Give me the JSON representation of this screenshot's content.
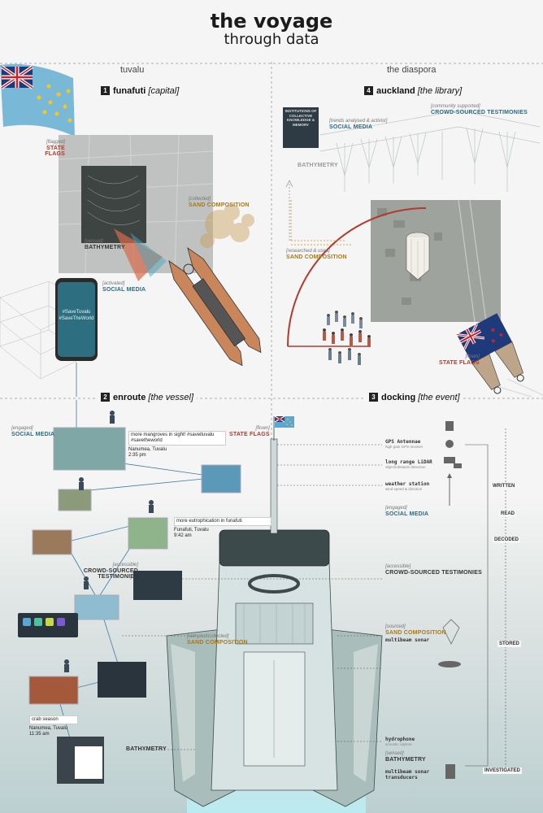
{
  "header": {
    "title": "the voyage",
    "subtitle": "through data"
  },
  "columns": {
    "left": "tuvalu",
    "right": "the diaspora"
  },
  "sections": [
    {
      "num": "1",
      "title": "funafuti",
      "subtitle": "[capital]"
    },
    {
      "num": "4",
      "title": "auckland",
      "subtitle": "[the library]"
    },
    {
      "num": "2",
      "title": "enroute",
      "subtitle": "[the vessel]"
    },
    {
      "num": "3",
      "title": "docking",
      "subtitle": "[the event]"
    }
  ],
  "tags": {
    "q1_state_flags": {
      "status": "[flagged]",
      "name": "STATE FLAGS"
    },
    "q1_sand": {
      "status": "[collected]",
      "name": "SAND COMPOSITION"
    },
    "q1_bathymetry": {
      "status": "[sensed]",
      "name": "BATHYMETRY"
    },
    "q1_social": {
      "status": "[activated]",
      "name": "SOCIAL MEDIA"
    },
    "q4_institutions": {
      "name": "INSTITUTIONS OF COLLECTIVE KNOWLEDGE & MEMORY"
    },
    "q4_social": {
      "status": "[trends analysed & activist]",
      "name": "SOCIAL MEDIA"
    },
    "q4_crowd": {
      "status": "[community supported]",
      "name": "CROWD-SOURCED TESTIMONIES"
    },
    "q4_bathymetry": {
      "name": "BATHYMETRY"
    },
    "q4_sand": {
      "status": "[researched & used]",
      "name": "SAND COMPOSITION"
    },
    "q4_state_flags": {
      "status": "[flown]",
      "name": "STATE FLAGS"
    },
    "q2_social": {
      "status": "[engaged]",
      "name": "SOCIAL MEDIA"
    },
    "q2_state_flags": {
      "status": "[flown]",
      "name": "STATE FLAGS"
    },
    "q2_crowd": {
      "status": "[accessible]",
      "name": "CROWD-SOURCED TESTIMONIES"
    },
    "q2_sand": {
      "status": "[sampled/collected]",
      "name": "SAND COMPOSITION"
    },
    "q2_bathymetry": {
      "name": "BATHYMETRY"
    },
    "q3_social": {
      "status": "[engaged]",
      "name": "SOCIAL MEDIA"
    },
    "q3_crowd": {
      "status": "[accessible]",
      "name": "CROWD-SOURCED TESTIMONIES"
    },
    "q3_sand": {
      "status": "[sourced]",
      "name": "SAND COMPOSITION"
    },
    "q3_bathymetry": {
      "status": "[sensed]",
      "name": "BATHYMETRY"
    }
  },
  "phone": {
    "text1": "#SaveTuvalu",
    "text2": "#SaveTheWorld"
  },
  "posts": [
    {
      "caption": "more mangroves in sight! #saveituvalu #savetheworld",
      "place": "Nanumea, Tuvalu",
      "time": "2:35 pm"
    },
    {
      "caption": "more eutrophication in funafuti",
      "place": "Funafuti, Tuvalu",
      "time": "9:42 am"
    },
    {
      "caption": "crab season",
      "place": "Nanumea, Tuvalu",
      "time": "11:35 am"
    }
  ],
  "sensors": [
    {
      "name": "GPS Antennae",
      "sub": "high gain GPS receiver"
    },
    {
      "name": "long range LiDAR",
      "sub": "object/obstacle detection"
    },
    {
      "name": "weather station",
      "sub": "wind speed & direction"
    },
    {
      "name": "multibeam sonar",
      "sub": ""
    },
    {
      "name": "hydrophone",
      "sub": "acoustic capture"
    },
    {
      "name": "multibeam sonar transducers",
      "sub": ""
    }
  ],
  "flow": [
    "WRITTEN",
    "READ",
    "DECODED",
    "STORED",
    "INVESTIGATED"
  ],
  "colors": {
    "red": "#b23a2c",
    "teal": "#2b6a80",
    "gold": "#c48a2a",
    "sea": "#cfdede",
    "hull": "#9fb4b2"
  }
}
